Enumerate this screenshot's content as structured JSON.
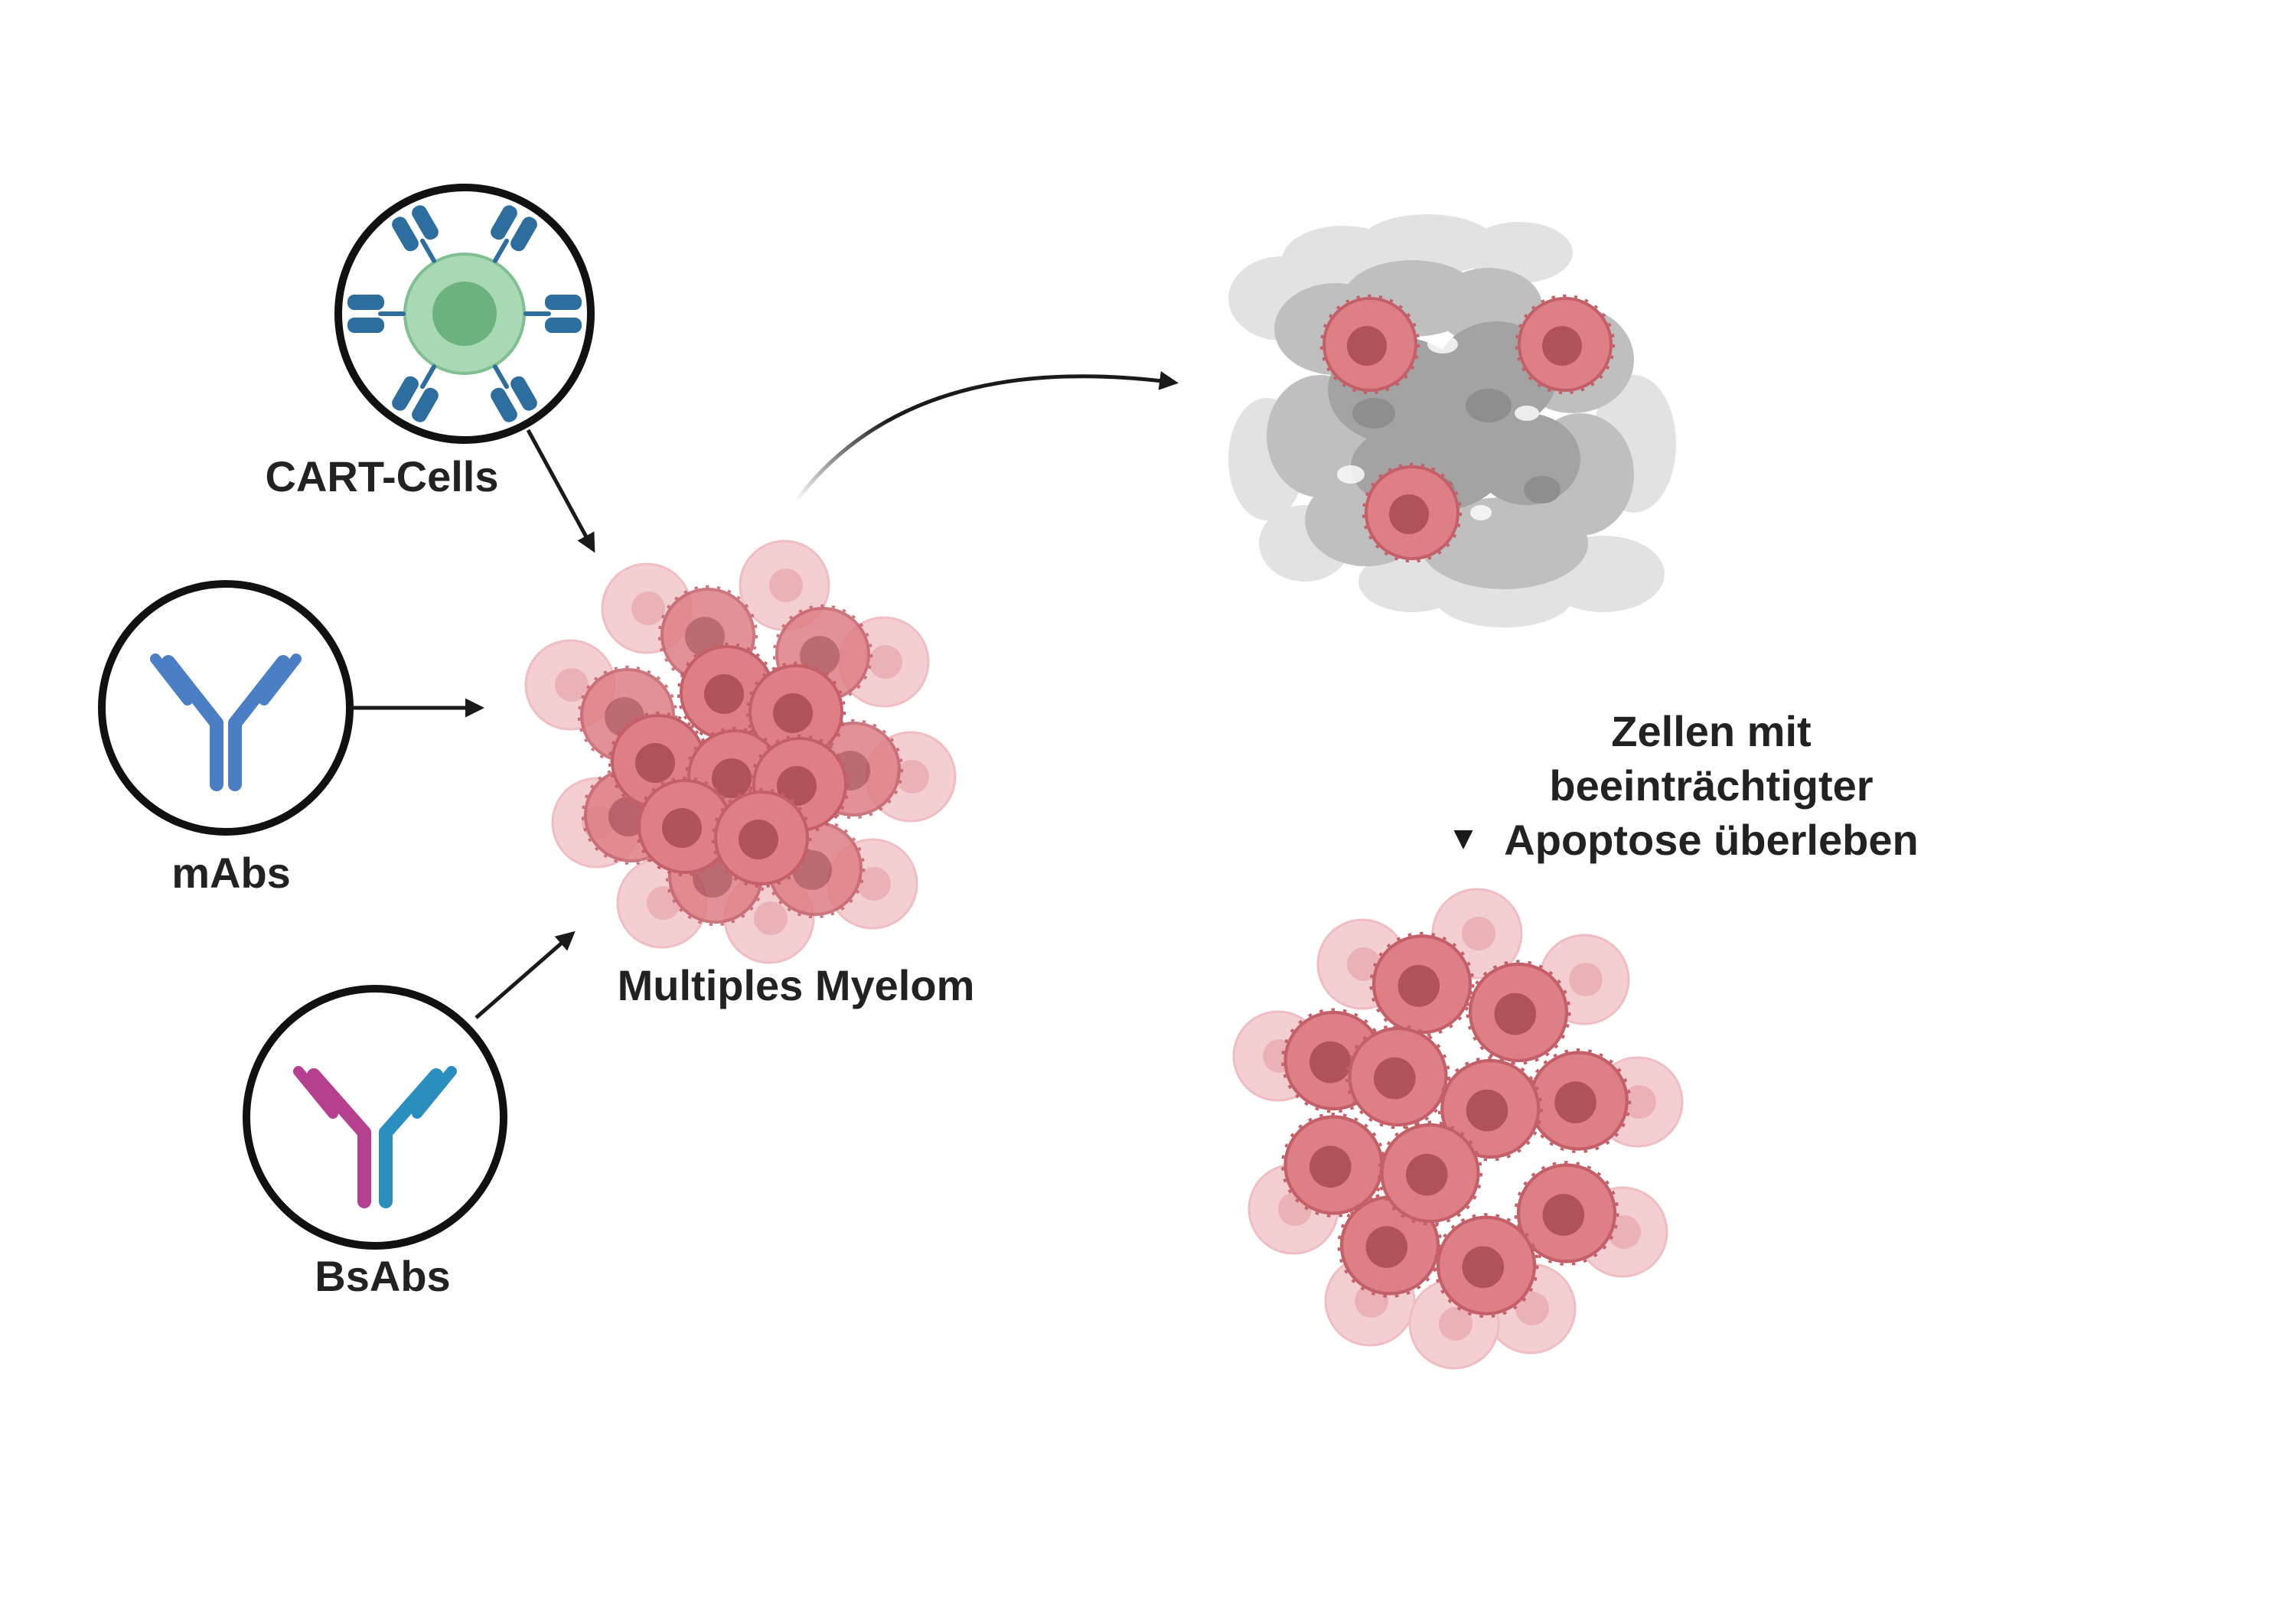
{
  "labels": {
    "cart_cells": "CART-Cells",
    "mabs": "mAbs",
    "bsabs": "BsAbs",
    "multiple_myeloma": "Multiples Myelom",
    "survive_line1": "Zellen mit",
    "survive_line2": "beeinträchtigter",
    "survive_line3": "Apoptose überleben"
  },
  "colors": {
    "outline": "#111111",
    "arrow": "#1a1a1a",
    "cart_cell": "#8cc79b",
    "cart_nucleus": "#6bb27e",
    "receptor_blue": "#2d6e9e",
    "mab_blue": "#4a7fc4",
    "bsab_magenta": "#b5408f",
    "bsab_teal": "#2a8fbf",
    "tumor_red": "#d9747a",
    "tumor_nucleus": "#b0525a",
    "tumor_faded": "#f1c7ca",
    "dead_gray": "#a9a9a9",
    "dead_light": "#d6d6d6"
  },
  "icons": [
    "cart-cell-icon",
    "monoclonal-antibody-icon",
    "bispecific-antibody-icon",
    "tumor-cluster-icon",
    "dying-tumor-cells-icon",
    "surviving-tumor-cluster-icon"
  ]
}
